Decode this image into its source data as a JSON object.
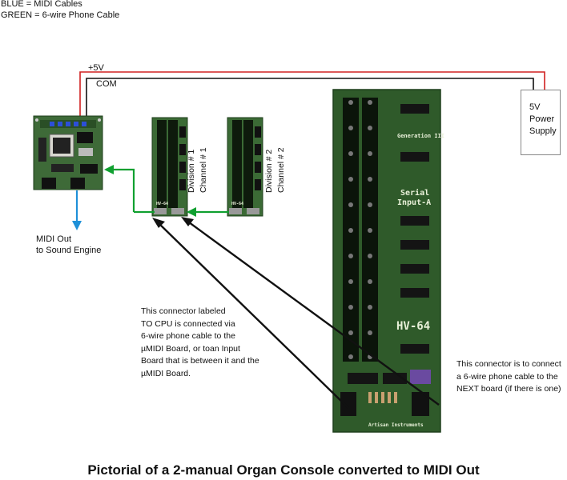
{
  "legend": {
    "line1": "BLUE = MIDI Cables",
    "line2": "GREEN = 6-wire Phone Cable"
  },
  "wires": {
    "plus5v": "+5V",
    "com": "COM"
  },
  "power_supply": {
    "text": "5V\nPower\nSupply"
  },
  "division1": {
    "line1": "Division # 1",
    "line2": "Channel # 1"
  },
  "division2": {
    "line1": "Division # 2",
    "line2": "Channel # 2"
  },
  "midi_out": {
    "line1": "MIDI Out",
    "line2": "to Sound Engine"
  },
  "note_left": "This connector labeled\nTO CPU is connected via\n6-wire phone cable to the\nµMIDI Board, or toan Input\nBoard that is between it and the\nµMIDI Board.",
  "note_right": "This connector is to connect\na 6-wire phone cable to the\nNEXT board (if there is one)",
  "big_board": {
    "gen": "Generation III",
    "serial1": "Serial",
    "serial2": "Input-A",
    "model": "HV-64",
    "maker": "Artisan Instruments"
  },
  "small_board": {
    "model": "HV-64"
  },
  "title": "Pictorial of a 2-manual Organ Console converted to MIDI Out",
  "colors": {
    "plus5v_wire": "#d02020",
    "com_wire": "#111111",
    "midi_cable": "#1e90d8",
    "phone_cable": "#10a030",
    "pcb": "#2f5a2a",
    "pcb_dark": "#1f3f1c"
  }
}
